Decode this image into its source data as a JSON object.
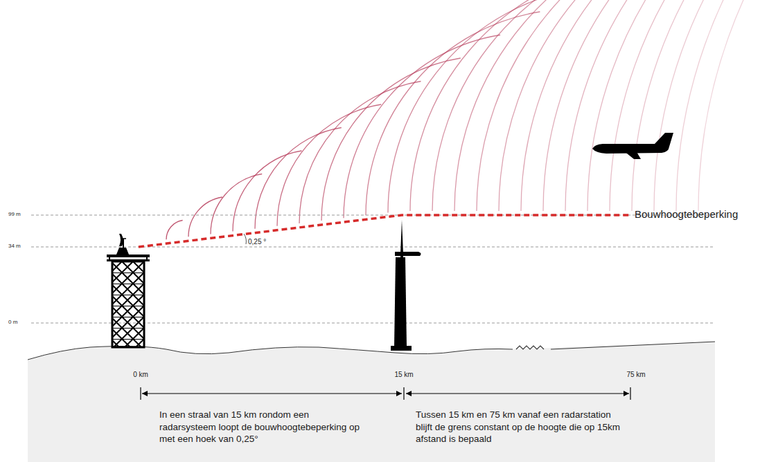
{
  "diagram": {
    "labels": [
      "99 m",
      "34 m",
      "0 m",
      "0,25 °",
      "Bouwhoogtebeperking",
      "0 km",
      "15 km",
      "75 km",
      "In een straal van 15 km rondom een radarsysteem loopt de bouwhoogtebeperking op met een hoek van 0,25°",
      "Tussen 15 km en 75 km vanaf een radarstation blijft de grens constant op de hoogte die op 15km afstand is bepaald"
    ]
  }
}
